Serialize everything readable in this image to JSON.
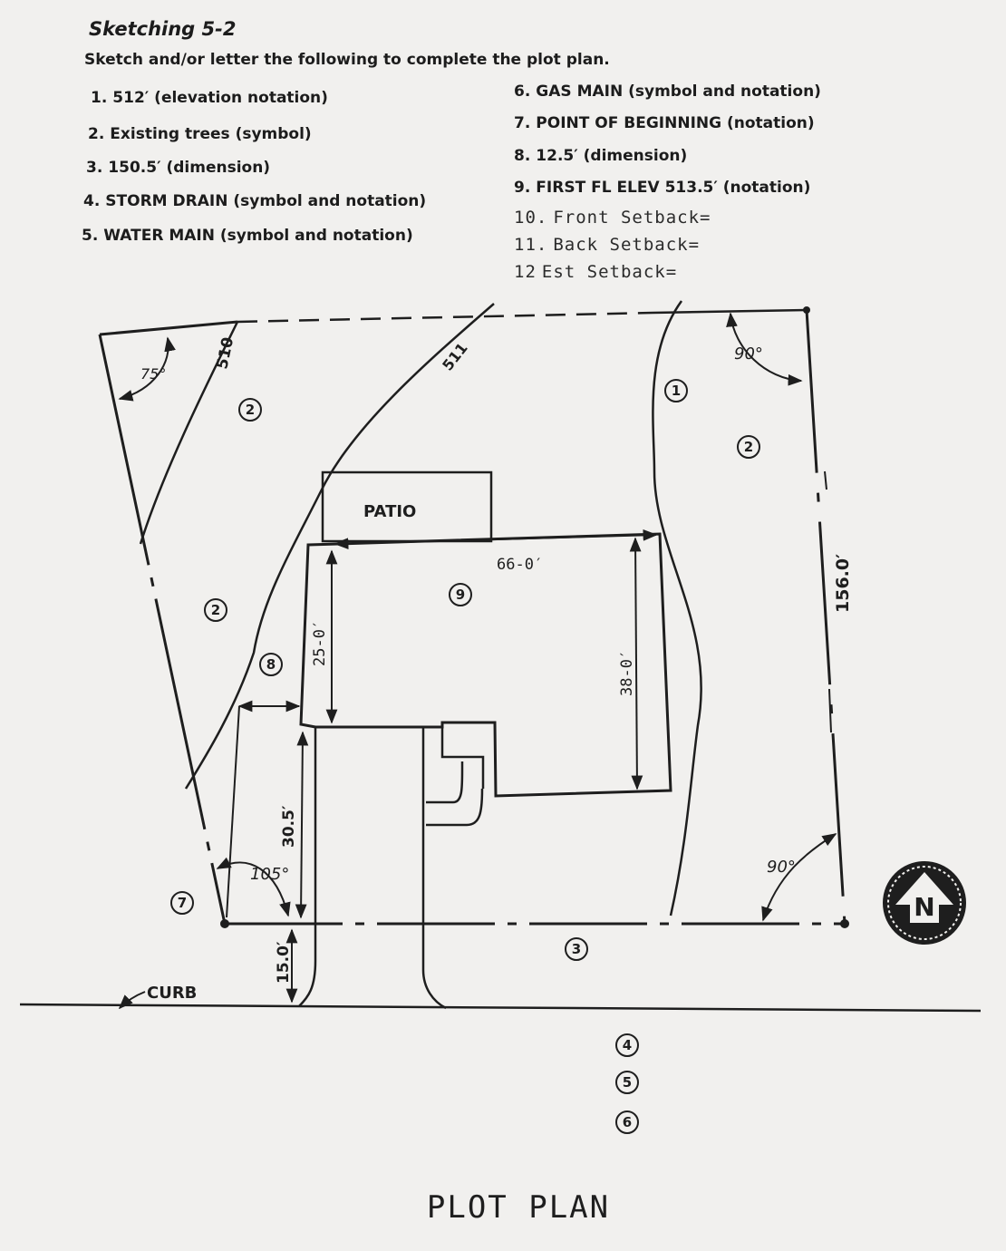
{
  "sheet": {
    "title": "Sketching 5-2",
    "instructions": "Sketch and/or letter the following to complete the plot plan."
  },
  "left_items": [
    {
      "num": "1.",
      "text": "512′ (elevation notation)"
    },
    {
      "num": "2.",
      "text": "Existing trees (symbol)"
    },
    {
      "num": "3.",
      "text": "150.5′ (dimension)"
    },
    {
      "num": "4.",
      "text": "STORM DRAIN (symbol and notation)"
    },
    {
      "num": "5.",
      "text": "WATER MAIN (symbol and notation)"
    }
  ],
  "right_items": [
    {
      "num": "6.",
      "text": "GAS MAIN (symbol and notation)"
    },
    {
      "num": "7.",
      "text": "POINT OF BEGINNING (notation)"
    },
    {
      "num": "8.",
      "text": "12.5′ (dimension)"
    },
    {
      "num": "9.",
      "text": "FIRST FL ELEV 513.5′ (notation)"
    }
  ],
  "handwritten_items": [
    {
      "num": "10.",
      "text": "Front Setback="
    },
    {
      "num": "11.",
      "text": "Back Setback="
    },
    {
      "num": "12",
      "text": "Est Setback="
    }
  ],
  "plan": {
    "title": "PLOT PLAN",
    "contour_510": "510",
    "contour_511": "511",
    "angle_75": "75°",
    "angle_90_top": "90°",
    "angle_90_bottom": "90°",
    "angle_105": "105°",
    "patio": "PATIO",
    "dim_66": "66-0′",
    "dim_25": "25-0′",
    "dim_38": "38-0′",
    "dim_30": "30.5′",
    "dim_15": "15.0′",
    "dim_156": "156.0′",
    "curb": "CURB",
    "north": "N",
    "markers": {
      "m1": "1",
      "m2a": "2",
      "m2b": "2",
      "m2c": "2",
      "m3": "3",
      "m4": "4",
      "m5": "5",
      "m6": "6",
      "m7": "7",
      "m8": "8",
      "m9": "9"
    }
  }
}
